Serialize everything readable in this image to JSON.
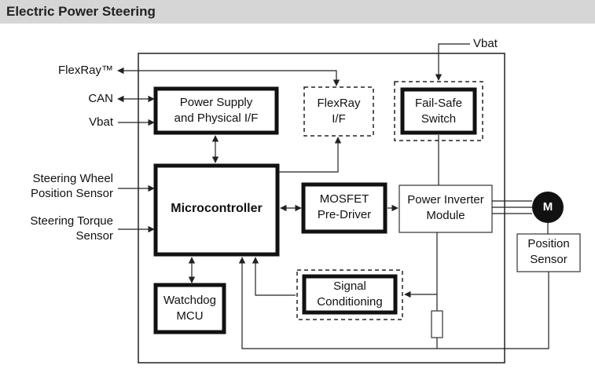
{
  "title": "Electric Power Steering",
  "external": {
    "flexray": "FlexRay™",
    "can": "CAN",
    "vbat_left": "Vbat",
    "vbat_top": "Vbat",
    "steering_wheel_line1": "Steering Wheel",
    "steering_wheel_line2": "Position Sensor",
    "steering_torque_line1": "Steering Torque",
    "steering_torque_line2": "Sensor"
  },
  "blocks": {
    "power_supply_line1": "Power Supply",
    "power_supply_line2": "and Physical I/F",
    "flexray_if_line1": "FlexRay",
    "flexray_if_line2": "I/F",
    "failsafe_line1": "Fail-Safe",
    "failsafe_line2": "Switch",
    "microcontroller": "Microcontroller",
    "mosfet_line1": "MOSFET",
    "mosfet_line2": "Pre-Driver",
    "inverter_line1": "Power Inverter",
    "inverter_line2": "Module",
    "motor": "M",
    "position_line1": "Position",
    "position_line2": "Sensor",
    "signal_line1": "Signal",
    "signal_line2": "Conditioning",
    "watchdog_line1": "Watchdog",
    "watchdog_line2": "MCU"
  }
}
